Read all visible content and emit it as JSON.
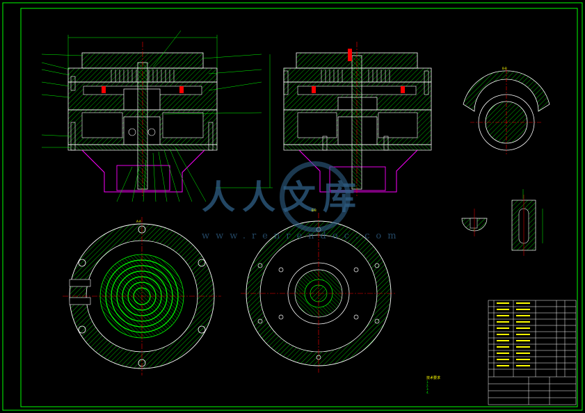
{
  "colors": {
    "background": "#000000",
    "border": "#00ff00",
    "outline": "#ffffff",
    "hatch": "#00ff00",
    "center_line": "#ff0000",
    "housing": "#ff00ff",
    "annotation": "#ffff00",
    "watermark": "#2f5f86"
  },
  "watermark": {
    "brand": "人人文库",
    "url": "www.renrendoc.com"
  },
  "views": {
    "section_a": "A-A",
    "section_b": "B-B",
    "detail_top": "B-B"
  },
  "notes": {
    "heading": "技术要求",
    "lines": [
      "1.",
      "2.",
      "3.",
      "4."
    ]
  },
  "title_block": {
    "title": "",
    "code": ""
  },
  "icons": [
    "logo-circle-icon"
  ]
}
